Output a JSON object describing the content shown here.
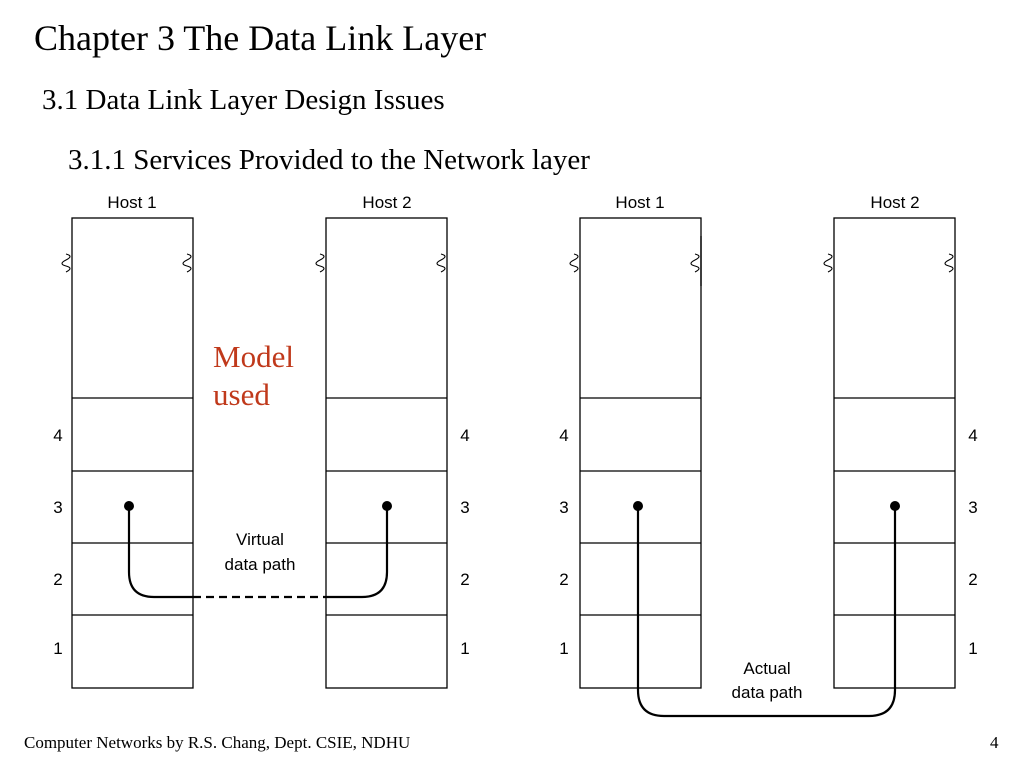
{
  "slide": {
    "title": "Chapter 3 The Data Link Layer",
    "section": "3.1 Data Link Layer Design Issues",
    "subsection": "3.1.1 Services Provided to the Network layer",
    "callout_line1": "Model",
    "callout_line2": "used",
    "footer": "Computer Networks by R.S. Chang, Dept. CSIE, NDHU",
    "page_number": "4"
  },
  "diagram_left": {
    "host1": "Host 1",
    "host2": "Host 2",
    "layers": [
      "4",
      "3",
      "2",
      "1"
    ],
    "path_label_line1": "Virtual",
    "path_label_line2": "data path"
  },
  "diagram_right": {
    "host1": "Host 1",
    "host2": "Host 2",
    "layers": [
      "4",
      "3",
      "2",
      "1"
    ],
    "path_label_line1": "Actual",
    "path_label_line2": "data path"
  }
}
